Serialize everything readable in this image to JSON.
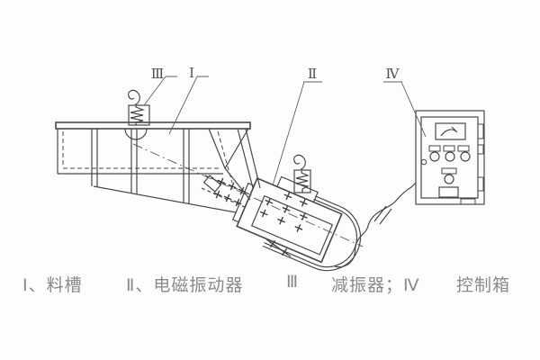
{
  "diagram": {
    "part_labels": {
      "trough": "Ⅰ",
      "vibrator": "Ⅱ",
      "damper": "Ⅲ",
      "control_box": "Ⅳ"
    }
  },
  "caption": {
    "segments": [
      "Ⅰ、料槽",
      "Ⅱ、电磁振动器",
      "Ⅲ",
      "减振器；Ⅳ",
      "控制箱"
    ],
    "full_text": "Ⅰ、料槽　Ⅱ、电磁振动器　Ⅲ　减振器；Ⅳ　控制箱"
  },
  "colors": {
    "line": "#484848",
    "label": "#4f4f4f",
    "caption_text": "#8a8a8a",
    "background": "#fdfdfd"
  }
}
